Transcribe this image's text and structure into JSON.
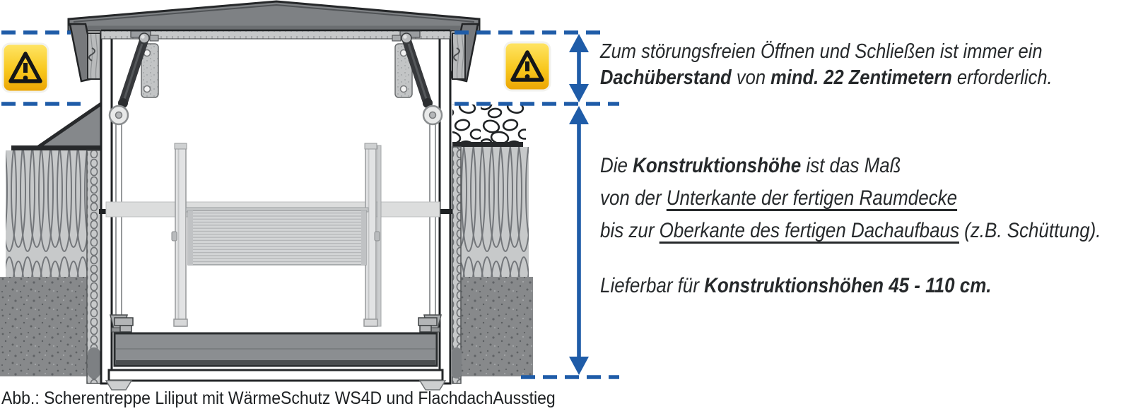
{
  "figure": {
    "caption": "Abb.: Scherentreppe Liliput mit WärmeSchutz WS4D und FlachdachAusstieg"
  },
  "annotations": [
    {
      "name": "dachueberstand-note",
      "lines": [
        [
          {
            "t": "Zum störungsfreien Öffnen und Schließen ist immer ein"
          }
        ],
        [
          {
            "t": "Dachüberstand",
            "b": 1
          },
          {
            "t": " von "
          },
          {
            "t": "mind. 22 Zentimetern",
            "b": 1
          },
          {
            "t": " erforderlich."
          }
        ]
      ]
    },
    {
      "name": "konstruktionshoehe-note",
      "lines": [
        [
          {
            "t": "Die "
          },
          {
            "t": "Konstruktionshöhe",
            "b": 1
          },
          {
            "t": " ist das Maß"
          }
        ],
        [
          {
            "t": "von der "
          },
          {
            "t": "Unterkante der fertigen Raumdecke",
            "u": 1
          }
        ],
        [
          {
            "t": "bis zur "
          },
          {
            "t": "Oberkante des fertigen Dachaufbaus",
            "u": 1
          },
          {
            "t": " (z.B. Schüttung)."
          }
        ]
      ]
    },
    {
      "name": "lieferbar-note",
      "lines": [
        [
          {
            "t": "Lieferbar für "
          },
          {
            "t": "Konstruktionshöhen 45 - 110 cm.",
            "b": 1
          }
        ]
      ]
    }
  ],
  "diagram": {
    "warning_icons": [
      "warning-icon-left",
      "warning-icon-right"
    ],
    "dimension_arrows": [
      "dachueberstand-dimension",
      "konstruktionshoehe-dimension"
    ],
    "reference_lines": 3
  },
  "colors": {
    "accent_blue": "#1f5ca8",
    "warning_yellow": "#f6c50a",
    "text": "#26292b"
  }
}
